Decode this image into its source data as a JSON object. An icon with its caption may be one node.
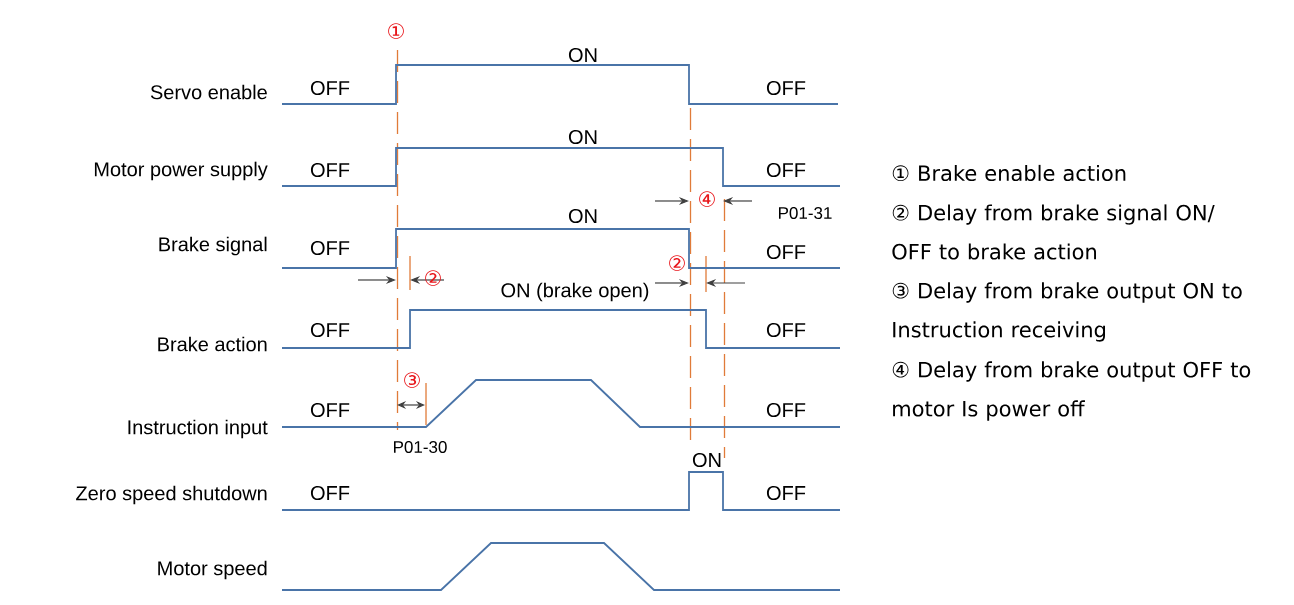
{
  "diagram": {
    "labels": [
      "①",
      "ON",
      "Servo enable",
      "OFF",
      "OFF",
      "ON",
      "Motor power supply",
      "OFF",
      "OFF",
      "① Brake enable action",
      "ON",
      "④",
      "P01-31",
      "② Delay from brake signal ON/ OFF to brake action",
      "Brake signal",
      "OFF",
      "OFF",
      "②",
      "②",
      "ON (brake open)",
      "③ Delay from brake output ON to Instruction receiving",
      "Brake action",
      "OFF",
      "OFF",
      "③",
      "④ Delay from brake output OFF to motor Is power off",
      "OFF",
      "Instruction input",
      "OFF",
      "P01-30",
      "ON",
      "Zero speed shutdown",
      "OFF",
      "OFF",
      "Motor speed"
    ]
  }
}
